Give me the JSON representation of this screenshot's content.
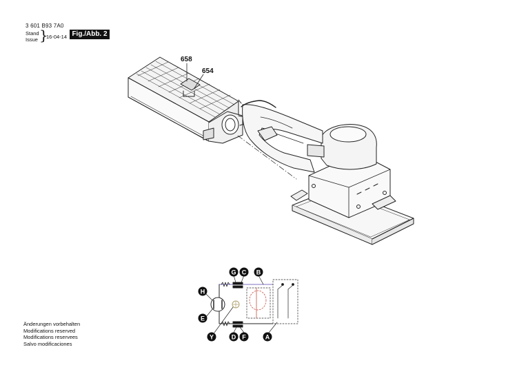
{
  "header": {
    "code": "3 601 B93 7A0",
    "stand": "Stand",
    "issue": "Issue",
    "date": "16-04-14",
    "figure": "Fig./Abb. 2"
  },
  "callouts": {
    "part_a": "658",
    "part_b": "654"
  },
  "wiring_labels": {
    "g": "G",
    "c": "C",
    "b": "B",
    "h": "H",
    "e": "E",
    "y": "Y",
    "d": "D",
    "f": "F",
    "a": "A"
  },
  "footer": [
    "Änderungen vorbehalten",
    "Modifications reserved",
    "Modifications reservees",
    "Salvo modificaciones"
  ],
  "colors": {
    "line": "#222222",
    "badge": "#111111",
    "wire_highlight": "#9a8fd0",
    "wire_red": "#c0392b"
  }
}
